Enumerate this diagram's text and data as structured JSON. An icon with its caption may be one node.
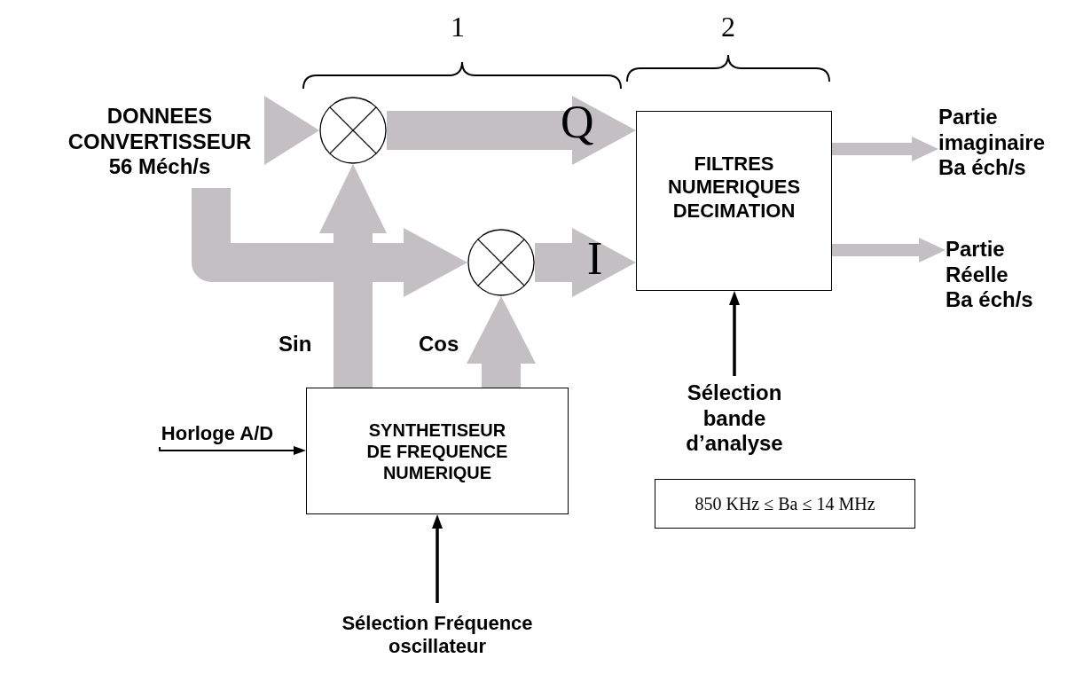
{
  "diagram": {
    "nodes": [
      {
        "text": [
          "DONNEES CONVERTISSEUR 56 Méch/s"
        ]
      },
      {
        "text": [],
        "shape": "circle"
      },
      {
        "text": [],
        "shape": "circle"
      },
      {
        "text": [
          "FILTRES NUMERIQUES DECIMATION"
        ]
      },
      {
        "text": [
          "Partie imaginaire Ba éch/s"
        ]
      },
      {
        "text": [
          "Partie Réelle Ba éch/s"
        ]
      },
      {
        "text": [
          "SYNTHETISEUR DE FREQUENCE NUMERIQUE"
        ]
      },
      {
        "text": [
          "Horloge A/D"
        ]
      },
      {
        "text": [
          "Sélection Fréquence oscillateur"
        ]
      },
      {
        "text": [
          "Sélection bande d’analyse"
        ]
      },
      {
        "text": [
          "850 KHz ≤ Ba ≤ 14 MHz"
        ]
      }
    ],
    "edges": [
      {
        "from": 0,
        "to": 1,
        "arrow": "to"
      },
      {
        "from": 0,
        "to": 2,
        "arrow": "to"
      },
      {
        "from": 1,
        "to": 3,
        "arrow": "to",
        "label": "Q"
      },
      {
        "from": 2,
        "to": 3,
        "arrow": "to",
        "label": "I"
      },
      {
        "from": 6,
        "to": 1,
        "arrow": "to",
        "label": "Sin"
      },
      {
        "from": 6,
        "to": 2,
        "arrow": "to",
        "label": "Cos"
      },
      {
        "from": 3,
        "to": 4,
        "arrow": "to"
      },
      {
        "from": 3,
        "to": 5,
        "arrow": "to"
      },
      {
        "from": 7,
        "to": 6,
        "arrow": "to",
        "color": "#000000"
      },
      {
        "from": 8,
        "to": 6,
        "arrow": "to",
        "color": "#000000"
      },
      {
        "from": 9,
        "to": 3,
        "arrow": "to",
        "color": "#000000"
      }
    ],
    "labels": [
      "1",
      "2"
    ]
  }
}
